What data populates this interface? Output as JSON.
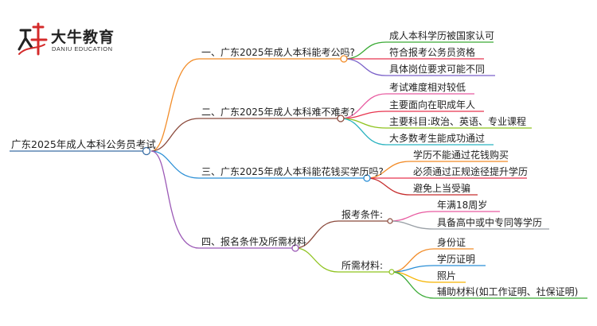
{
  "logo": {
    "title": "大牛教育",
    "subtitle": "DANIU EDUCATION"
  },
  "mindmap": {
    "root": "广东2025年成人本科公务员考试",
    "branches": [
      {
        "label": "一、广东2025年成人本科能考公吗?",
        "color": "#f28c28",
        "children": [
          {
            "label": "成人本科学历被国家认可",
            "color": "#3aaa35"
          },
          {
            "label": "符合报考公务员资格",
            "color": "#e8354f"
          },
          {
            "label": "具体岗位要求可能不同",
            "color": "#7b61c9"
          }
        ]
      },
      {
        "label": "二、广东2025年成人本科难不难考?",
        "color": "#8b4a3c",
        "children": [
          {
            "label": "考试难度相对较低",
            "color": "#e85aa0"
          },
          {
            "label": "主要面向在职成年人",
            "color": "#e8354f"
          },
          {
            "label": "主要科目:政治、英语、专业课程",
            "color": "#8fc31f"
          },
          {
            "label": "大多数考生能成功通过",
            "color": "#2bb3c0"
          }
        ]
      },
      {
        "label": "三、广东2025年成人本科能花钱买学历吗?",
        "color": "#2b8fd6",
        "children": [
          {
            "label": "学历不能通过花钱购买",
            "color": "#f28c28"
          },
          {
            "label": "必须通过正规途径提升学历",
            "color": "#e8354f"
          },
          {
            "label": "避免上当受骗",
            "color": "#c62d2d"
          }
        ]
      },
      {
        "label": "四、报名条件及所需材料",
        "color": "#9b59b6",
        "groups": [
          {
            "label": "报考条件:",
            "color": "#8b4a3c",
            "children": [
              {
                "label": "年满18周岁",
                "color": "#e85aa0"
              },
              {
                "label": "具备高中或中专同等学历",
                "color": "#9aa0a6"
              }
            ]
          },
          {
            "label": "所需材料:",
            "color": "#8fc31f",
            "children": [
              {
                "label": "身份证",
                "color": "#f28c28"
              },
              {
                "label": "学历证明",
                "color": "#2b8fd6"
              },
              {
                "label": "照片",
                "color": "#f5b400"
              },
              {
                "label": "辅助材料(如工作证明、社保证明)",
                "color": "#3aaa35"
              }
            ]
          }
        ]
      }
    ]
  }
}
